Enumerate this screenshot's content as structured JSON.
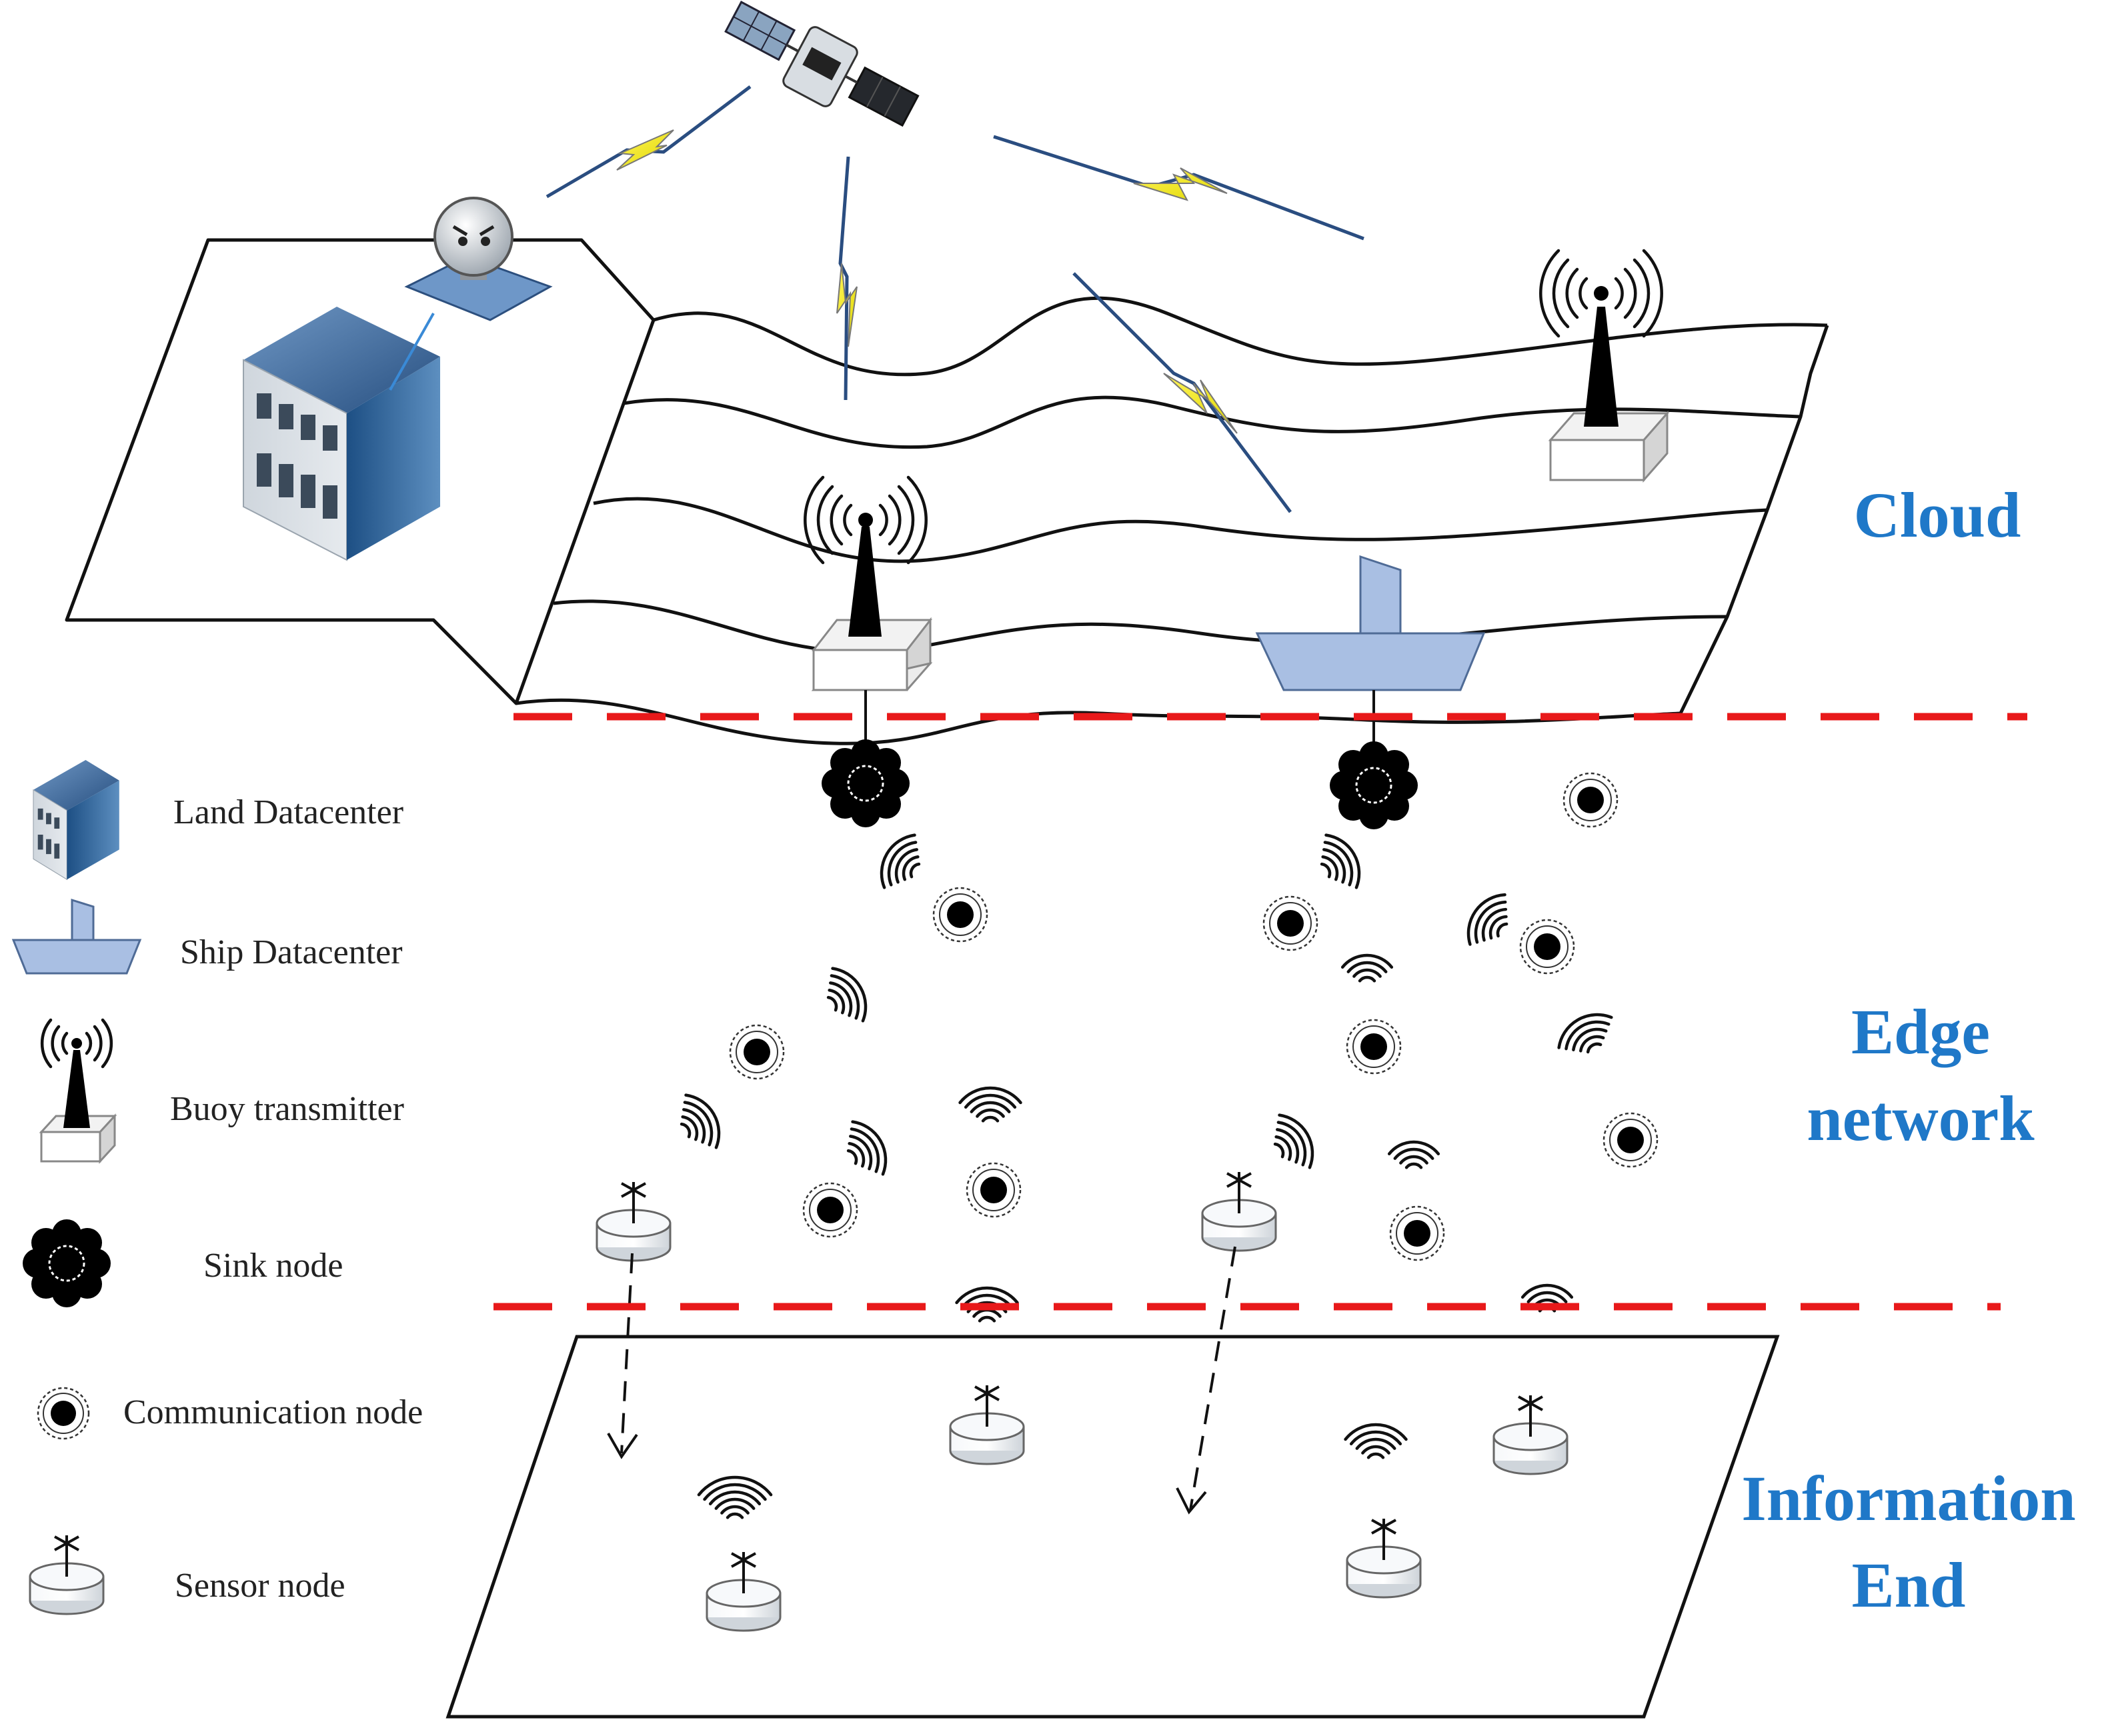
{
  "layers": {
    "cloud": "Cloud",
    "edge": [
      "Edge",
      "network"
    ],
    "info": [
      "Information",
      "End"
    ]
  },
  "legend": [
    {
      "icon": "land-datacenter-icon",
      "label": "Land Datacenter"
    },
    {
      "icon": "ship-datacenter-icon",
      "label": "Ship Datacenter"
    },
    {
      "icon": "buoy-transmitter-icon",
      "label": "Buoy transmitter"
    },
    {
      "icon": "sink-node-icon",
      "label": "Sink node"
    },
    {
      "icon": "communication-node-icon",
      "label": "Communication node"
    },
    {
      "icon": "sensor-node-icon",
      "label": "Sensor node"
    }
  ],
  "colors": {
    "layer_label": "#1f78c8",
    "divider": "#e8191a",
    "building_front": "#2f5f8f",
    "ship": "#a9bfe3",
    "lightning": "#f3f01c",
    "link": "#2a4d80"
  }
}
